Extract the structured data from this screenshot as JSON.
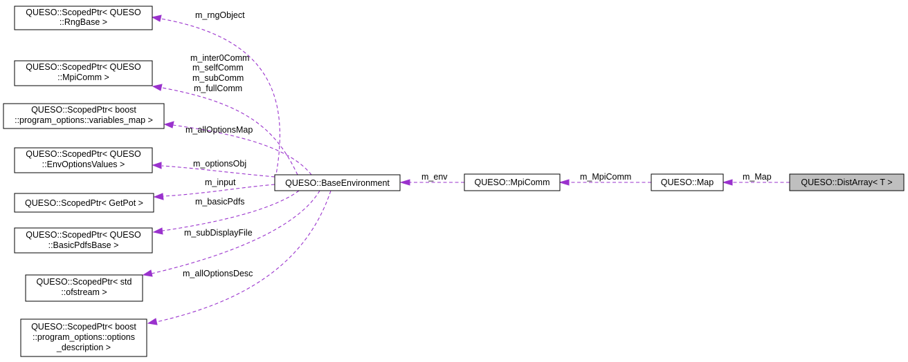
{
  "nodes": {
    "rng": {
      "lines": [
        "QUESO::ScopedPtr< QUESO",
        "::RngBase >"
      ]
    },
    "mpi_ptr": {
      "lines": [
        "QUESO::ScopedPtr< QUESO",
        "::MpiComm >"
      ]
    },
    "varmap": {
      "lines": [
        "QUESO::ScopedPtr< boost",
        "::program_options::variables_map >"
      ]
    },
    "envopts": {
      "lines": [
        "QUESO::ScopedPtr< QUESO",
        "::EnvOptionsValues >"
      ]
    },
    "getpot": {
      "lines": [
        "QUESO::ScopedPtr< GetPot >"
      ]
    },
    "basicpdfs": {
      "lines": [
        "QUESO::ScopedPtr< QUESO",
        "::BasicPdfsBase >"
      ]
    },
    "ofstream": {
      "lines": [
        "QUESO::ScopedPtr< std",
        "::ofstream >"
      ]
    },
    "optdesc": {
      "lines": [
        "QUESO::ScopedPtr< boost",
        "::program_options::options",
        "_description >"
      ]
    },
    "baseenv": {
      "lines": [
        "QUESO::BaseEnvironment"
      ]
    },
    "mpicomm": {
      "lines": [
        "QUESO::MpiComm"
      ]
    },
    "map": {
      "lines": [
        "QUESO::Map"
      ]
    },
    "distarray": {
      "lines": [
        "QUESO::DistArray< T >"
      ]
    }
  },
  "edges": {
    "rng": {
      "labels": [
        "m_rngObject"
      ]
    },
    "mpi_ptr": {
      "labels": [
        "m_inter0Comm",
        "m_selfComm",
        "m_subComm",
        "m_fullComm"
      ]
    },
    "varmap": {
      "labels": [
        "m_allOptionsMap"
      ]
    },
    "envopts": {
      "labels": [
        "m_optionsObj"
      ]
    },
    "getpot": {
      "labels": [
        "m_input"
      ]
    },
    "basicpdfs": {
      "labels": [
        "m_basicPdfs"
      ]
    },
    "ofstream": {
      "labels": [
        "m_subDisplayFile"
      ]
    },
    "optdesc": {
      "labels": [
        "m_allOptionsDesc"
      ]
    },
    "env": {
      "labels": [
        "m_env"
      ]
    },
    "mpi": {
      "labels": [
        "m_MpiComm"
      ]
    },
    "map": {
      "labels": [
        "m_Map"
      ]
    }
  },
  "colors": {
    "edge": "#9a32cd",
    "highlight_fill": "#bfbfbf"
  }
}
